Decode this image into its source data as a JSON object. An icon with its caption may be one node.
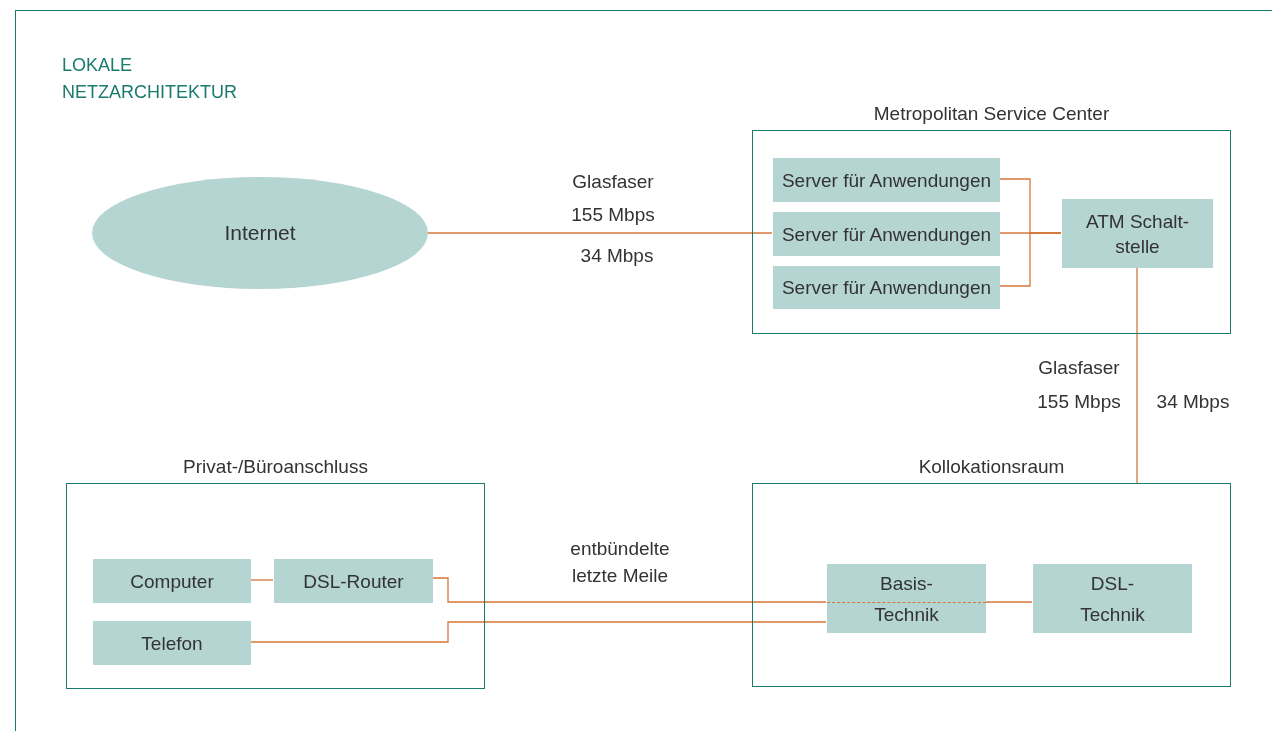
{
  "diagram": {
    "title": "LOKALE NETZARCHITEKTUR",
    "nodes": [
      {
        "text": [
          "Internet"
        ]
      },
      {
        "text": [
          "Metropolitan Service Center"
        ]
      },
      {
        "text": [
          "Server für Anwendungen"
        ],
        "in": 1
      },
      {
        "text": [
          "Server für Anwendungen"
        ],
        "in": 1
      },
      {
        "text": [
          "Server für Anwendungen"
        ],
        "in": 1
      },
      {
        "text": [
          "ATM Schalt-stelle"
        ],
        "in": 1
      },
      {
        "text": [
          "Privat-/Büroanschluss"
        ]
      },
      {
        "text": [
          "Computer"
        ],
        "in": 6
      },
      {
        "text": [
          "DSL-Router"
        ],
        "in": 6
      },
      {
        "text": [
          "Telefon"
        ],
        "in": 6
      },
      {
        "text": [
          "Kollokationsraum"
        ]
      },
      {
        "text": [
          "Basis- Technik"
        ],
        "in": 10
      },
      {
        "text": [
          "DSL- Technik"
        ],
        "in": 10
      }
    ],
    "edges": [
      {
        "from": 0,
        "to": 3,
        "arrow": "none"
      },
      {
        "from": 2,
        "to": 5,
        "arrow": "none"
      },
      {
        "from": 3,
        "to": 5,
        "arrow": "none"
      },
      {
        "from": 4,
        "to": 5,
        "arrow": "none"
      },
      {
        "from": 5,
        "to": 10,
        "arrow": "none"
      },
      {
        "from": 7,
        "to": 8,
        "arrow": "none"
      },
      {
        "from": 8,
        "to": 11,
        "arrow": "none"
      },
      {
        "from": 11,
        "to": 12,
        "arrow": "none"
      },
      {
        "from": 9,
        "to": 11,
        "arrow": "none"
      }
    ],
    "labels": [
      "Glasfaser",
      "155 Mbps",
      "34 Mbps",
      "Glasfaser",
      "155 Mbps",
      "34 Mbps",
      "entbündelte letzte Meile"
    ]
  }
}
